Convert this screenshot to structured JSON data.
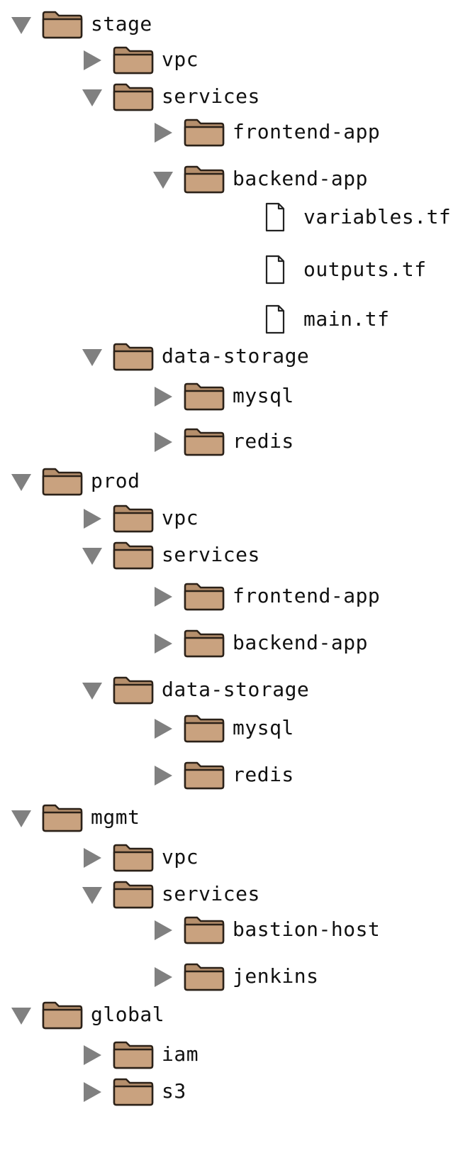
{
  "colors": {
    "folder_fill": "#c9a27f",
    "folder_shade": "#b58f6c",
    "folder_outline": "#2b2118",
    "toggle_arrow": "#808080",
    "file_outline": "#222222",
    "text": "#111111"
  },
  "icons": {
    "folder": "folder-icon",
    "file": "file-icon",
    "expanded": "triangle-down-icon",
    "collapsed": "triangle-right-icon"
  },
  "tree": [
    {
      "label": "stage",
      "type": "folder",
      "expanded": true,
      "children": [
        {
          "label": "vpc",
          "type": "folder",
          "expanded": false
        },
        {
          "label": "services",
          "type": "folder",
          "expanded": true,
          "children": [
            {
              "label": "frontend-app",
              "type": "folder",
              "expanded": false
            },
            {
              "label": "backend-app",
              "type": "folder",
              "expanded": true,
              "children": [
                {
                  "label": "variables.tf",
                  "type": "file"
                },
                {
                  "label": "outputs.tf",
                  "type": "file"
                },
                {
                  "label": "main.tf",
                  "type": "file"
                }
              ]
            }
          ]
        },
        {
          "label": "data-storage",
          "type": "folder",
          "expanded": true,
          "children": [
            {
              "label": "mysql",
              "type": "folder",
              "expanded": false
            },
            {
              "label": "redis",
              "type": "folder",
              "expanded": false
            }
          ]
        }
      ]
    },
    {
      "label": "prod",
      "type": "folder",
      "expanded": true,
      "children": [
        {
          "label": "vpc",
          "type": "folder",
          "expanded": false
        },
        {
          "label": "services",
          "type": "folder",
          "expanded": true,
          "children": [
            {
              "label": "frontend-app",
              "type": "folder",
              "expanded": false
            },
            {
              "label": "backend-app",
              "type": "folder",
              "expanded": false
            }
          ]
        },
        {
          "label": "data-storage",
          "type": "folder",
          "expanded": true,
          "children": [
            {
              "label": "mysql",
              "type": "folder",
              "expanded": false
            },
            {
              "label": "redis",
              "type": "folder",
              "expanded": false
            }
          ]
        }
      ]
    },
    {
      "label": "mgmt",
      "type": "folder",
      "expanded": true,
      "children": [
        {
          "label": "vpc",
          "type": "folder",
          "expanded": false
        },
        {
          "label": "services",
          "type": "folder",
          "expanded": true,
          "children": [
            {
              "label": "bastion-host",
              "type": "folder",
              "expanded": false
            },
            {
              "label": "jenkins",
              "type": "folder",
              "expanded": false
            }
          ]
        }
      ]
    },
    {
      "label": "global",
      "type": "folder",
      "expanded": true,
      "children": [
        {
          "label": "iam",
          "type": "folder",
          "expanded": false
        },
        {
          "label": "s3",
          "type": "folder",
          "expanded": false
        }
      ]
    }
  ]
}
